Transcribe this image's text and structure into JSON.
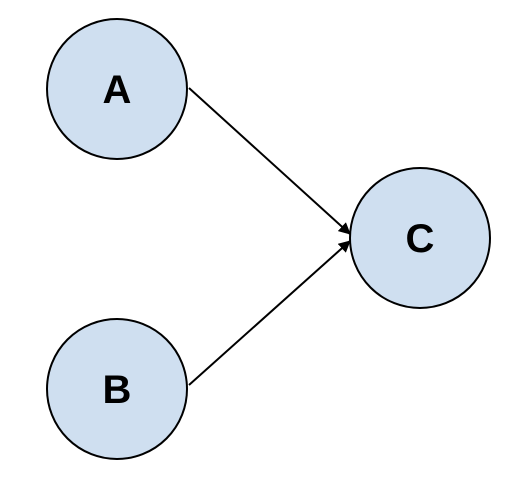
{
  "diagram": {
    "colors": {
      "node_fill": "#cfdff0",
      "node_stroke": "#000000",
      "edge_stroke": "#000000",
      "background": "#ffffff"
    },
    "nodes": [
      {
        "id": "A",
        "label": "A"
      },
      {
        "id": "B",
        "label": "B"
      },
      {
        "id": "C",
        "label": "C"
      }
    ],
    "edges": [
      {
        "from": "A",
        "to": "C",
        "directed": true
      },
      {
        "from": "B",
        "to": "C",
        "directed": true
      }
    ]
  }
}
